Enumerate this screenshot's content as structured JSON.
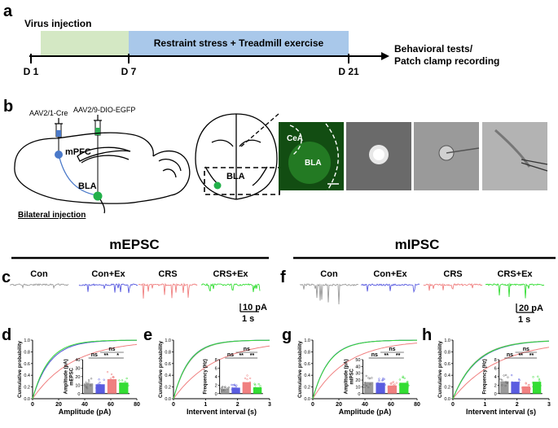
{
  "panels": {
    "a": "a",
    "b": "b",
    "c": "c",
    "d": "d",
    "e": "e",
    "f": "f",
    "g": "g",
    "h": "h"
  },
  "timeline": {
    "virus_injection": "Virus injection",
    "stress_exercise": "Restraint stress + Treadmill exercise",
    "end_line1": "Behavioral tests/",
    "end_line2": "Patch clamp recording",
    "day1": "D 1",
    "day7": "D 7",
    "day21": "D 21",
    "colors": {
      "virus": "#d4e8c4",
      "stress": "#a9c8ea"
    }
  },
  "injection": {
    "virus1": "AAV2/1-Cre",
    "virus2": "AAV2/9-DIO-EGFP",
    "mpfc": "mPFC",
    "bla": "BLA",
    "bilateral": "Bilateral injection",
    "section_bla": "BLA",
    "image_cea": "CeA",
    "image_bla": "BLA",
    "colors": {
      "syringe1": "#4a79c9",
      "syringe2": "#2fae54",
      "dot": "#22b04a",
      "path": "#4a79c9"
    }
  },
  "mepsc": {
    "title": "mEPSC",
    "groups": [
      "Con",
      "Con+Ex",
      "CRS",
      "CRS+Ex"
    ],
    "scale_current": "10 pA",
    "scale_time": "1 s"
  },
  "mipsc": {
    "title": "mIPSC",
    "groups": [
      "Con",
      "Con+Ex",
      "CRS",
      "CRS+Ex"
    ],
    "scale_current": "20 pA",
    "scale_time": "1 s"
  },
  "group_colors": [
    "#9a9a9a",
    "#5a5ce0",
    "#f08080",
    "#33dd33"
  ],
  "chart_data": [
    {
      "panel": "d",
      "type": "line",
      "ylabel": "Cumulative probability",
      "xlabel": "Amplitude (pA)",
      "xlim": [
        0,
        80
      ],
      "ylim": [
        0,
        1
      ],
      "xticks": [
        "0",
        "20",
        "40",
        "60",
        "80"
      ],
      "yticks": [
        "0.0",
        "0.2",
        "0.4",
        "0.6",
        "0.8",
        "1.0"
      ],
      "inset": {
        "type": "bar",
        "ylabel": "mEPSC\nAmplitude (pA)",
        "ylim": [
          0,
          40
        ],
        "yticks": [
          "0",
          "10",
          "20",
          "30",
          "40"
        ],
        "categories": [
          "Con",
          "Con+Ex",
          "CRS",
          "CRS+Ex"
        ],
        "values": [
          12,
          11,
          17,
          13
        ],
        "sig": {
          "ns1": "ns",
          "s1": "**",
          "s2": "*",
          "top": "ns"
        }
      }
    },
    {
      "panel": "e",
      "type": "line",
      "ylabel": "Cumulative probability",
      "xlabel": "Intervent interval (s)",
      "xlim": [
        0,
        3
      ],
      "ylim": [
        0,
        1
      ],
      "xticks": [
        "0",
        "1",
        "2",
        "3"
      ],
      "yticks": [
        "0.0",
        "0.2",
        "0.4",
        "0.6",
        "0.8",
        "1.0"
      ],
      "inset": {
        "type": "bar",
        "ylabel": "Frequency (Hz)",
        "ylim": [
          0,
          8
        ],
        "yticks": [
          "0",
          "2",
          "4",
          "6",
          "8"
        ],
        "categories": [
          "Con",
          "Con+Ex",
          "CRS",
          "CRS+Ex"
        ],
        "values": [
          1.2,
          1.4,
          2.7,
          1.5
        ],
        "sig": {
          "ns1": "ns",
          "s1": "**",
          "s2": "**",
          "top": "ns"
        }
      }
    },
    {
      "panel": "g",
      "type": "line",
      "ylabel": "Cumulative probability",
      "xlabel": "Amplitude (pA)",
      "xlim": [
        0,
        80
      ],
      "ylim": [
        0,
        1
      ],
      "xticks": [
        "0",
        "20",
        "40",
        "60",
        "80"
      ],
      "yticks": [
        "0.0",
        "0.2",
        "0.4",
        "0.6",
        "0.8",
        "1.0"
      ],
      "inset": {
        "type": "bar",
        "ylabel": "mIPSC\nAmplitude (pA)",
        "ylim": [
          0,
          50
        ],
        "yticks": [
          "0",
          "10",
          "20",
          "30",
          "40",
          "50"
        ],
        "categories": [
          "Con",
          "Con+Ex",
          "CRS",
          "CRS+Ex"
        ],
        "values": [
          17,
          16,
          12,
          16
        ],
        "sig": {
          "ns1": "ns",
          "s1": "**",
          "s2": "**",
          "top": "ns"
        }
      }
    },
    {
      "panel": "h",
      "type": "line",
      "ylabel": "Cumulative probability",
      "xlabel": "Intervent interval (s)",
      "xlim": [
        0,
        3
      ],
      "ylim": [
        0,
        1
      ],
      "xticks": [
        "0",
        "1",
        "2",
        "3"
      ],
      "yticks": [
        "0.0",
        "0.2",
        "0.4",
        "0.6",
        "0.8",
        "1.0"
      ],
      "inset": {
        "type": "bar",
        "ylabel": "Frequency (Hz)",
        "ylim": [
          0,
          8
        ],
        "yticks": [
          "0",
          "2",
          "4",
          "6",
          "8"
        ],
        "categories": [
          "Con",
          "Con+Ex",
          "CRS",
          "CRS+Ex"
        ],
        "values": [
          2.9,
          2.8,
          1.7,
          2.8
        ],
        "sig": {
          "ns1": "ns",
          "s1": "**",
          "s2": "**",
          "top": "ns"
        }
      }
    }
  ]
}
